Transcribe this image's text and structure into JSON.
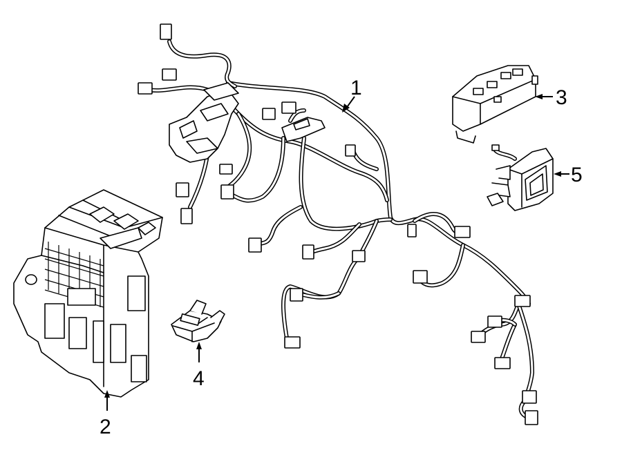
{
  "callouts": [
    {
      "id": "1",
      "label": "1"
    },
    {
      "id": "2",
      "label": "2"
    },
    {
      "id": "3",
      "label": "3"
    },
    {
      "id": "4",
      "label": "4"
    },
    {
      "id": "5",
      "label": "5"
    }
  ],
  "parts": [
    {
      "callout": "1",
      "icon": "wiring-harness"
    },
    {
      "callout": "2",
      "icon": "junction-block"
    },
    {
      "callout": "3",
      "icon": "control-module"
    },
    {
      "callout": "4",
      "icon": "blade-fuse"
    },
    {
      "callout": "5",
      "icon": "module-with-bracket"
    }
  ],
  "colors": {
    "line": "#000000",
    "background": "#ffffff"
  }
}
